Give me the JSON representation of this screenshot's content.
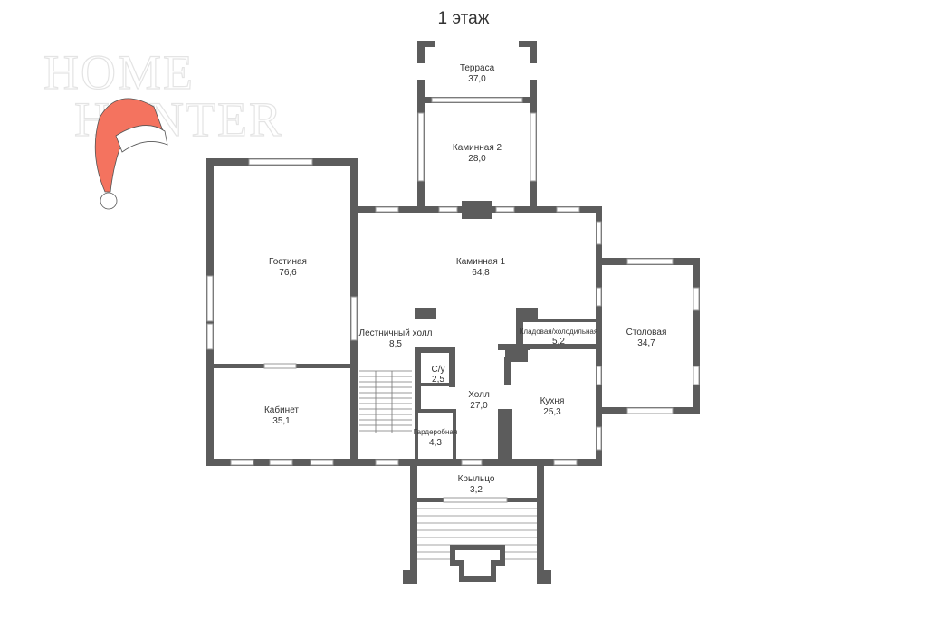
{
  "title": "1 этаж",
  "logo": {
    "text_line1": "HOME",
    "text_line2": "HUNTER",
    "hat_color": "#f4735f"
  },
  "colors": {
    "wall": "#5c5c5c",
    "text": "#333333"
  },
  "rooms": [
    {
      "name": "Терраса",
      "area": "37,0"
    },
    {
      "name": "Каминная 2",
      "area": "28,0"
    },
    {
      "name": "Гостиная",
      "area": "76,6"
    },
    {
      "name": "Каминная 1",
      "area": "64,8"
    },
    {
      "name": "Столовая",
      "area": "34,7"
    },
    {
      "name": "Лестничный холл",
      "area": "8,5"
    },
    {
      "name": "Кладовая/холодильная",
      "area": "5,2"
    },
    {
      "name": "С/у",
      "area": "2,5"
    },
    {
      "name": "Холл",
      "area": "27,0"
    },
    {
      "name": "Кухня",
      "area": "25,3"
    },
    {
      "name": "Кабинет",
      "area": "35,1"
    },
    {
      "name": "Гардеробная",
      "area": "4,3"
    },
    {
      "name": "Крыльцо",
      "area": "3,2"
    }
  ]
}
